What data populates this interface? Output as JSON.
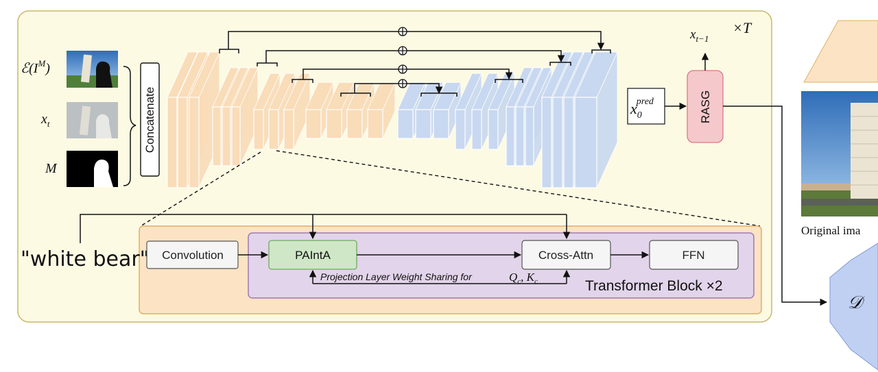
{
  "inputs": {
    "encoded": "ℰ(I",
    "encoded_sup": "M",
    "encoded_close": ")",
    "noisy": "x",
    "noisy_sub": "t",
    "mask": "M"
  },
  "concat_label": "Concatenate",
  "loop_label": "×T",
  "output_label": "x",
  "output_sub": "t−1",
  "pred_label": "x",
  "pred_sub": "0",
  "pred_sup": "pred",
  "rasg_label": "RASG",
  "prompt": "\"white bear\"",
  "block": {
    "conv": "Convolution",
    "paint": "PAIntA",
    "cross": "Cross-Attn",
    "ffn": "FFN",
    "sharing": "Projection Layer Weight Sharing for",
    "sharing_math": "Q",
    "sharing_math_sub": "c",
    "sharing_math_sep": ", K",
    "sharing_math_sub2": "c",
    "transformer": "Transformer Block ×2"
  },
  "original_caption": "Original ima",
  "decoder_label": "𝒟",
  "colors": {
    "panel_bg": "#fdfae3",
    "panel_border": "#c9b86a",
    "encoder": "#f9dcb8",
    "decoder": "#c8d8f0",
    "inner_bg": "#fbe3c4",
    "inner_border": "#e0b062",
    "transformer_bg": "#e2d4ea",
    "transformer_border": "#9d7bb4",
    "paint_bg": "#cfe7c6",
    "paint_border": "#6eaa5e",
    "rasg_bg": "#f5c8cc",
    "rasg_border": "#d67a85"
  }
}
